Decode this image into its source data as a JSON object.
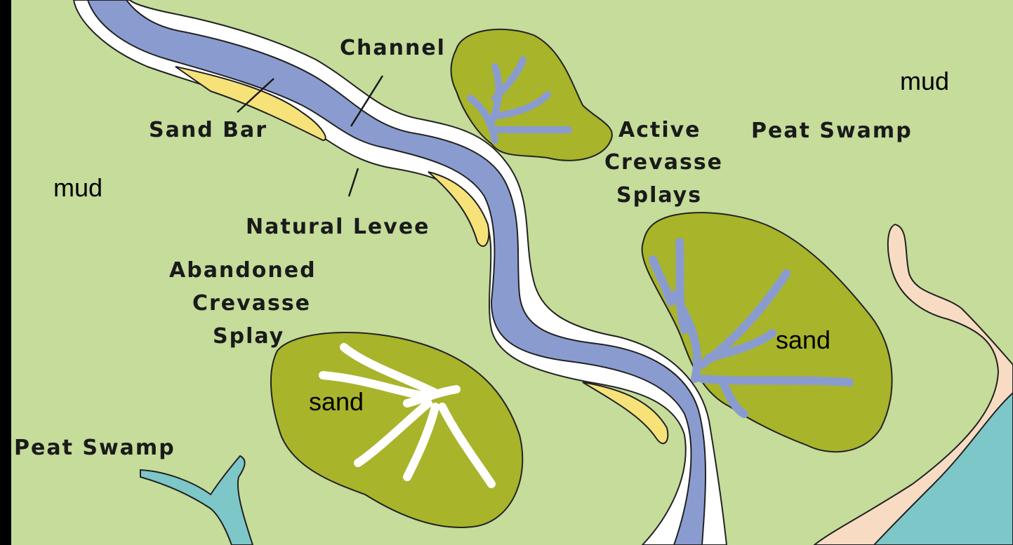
{
  "colors": {
    "background": "#c5dc9a",
    "channel": "#8a9ccf",
    "sand_bar": "#f7e27a",
    "levee": "#ffffff",
    "splay": "#a8b42a",
    "swamp_water": "#7dc7c9",
    "peach": "#f7dcc3",
    "border": "#000000"
  },
  "labels": {
    "channel": "Channel",
    "sand_bar": "Sand Bar",
    "natural_levee": "Natural Levee",
    "abandoned_splay": [
      "Abandoned",
      "Crevasse",
      "Splay"
    ],
    "active_splays": [
      "Active",
      "Crevasse",
      "Splays"
    ],
    "peat_swamp_right": "Peat Swamp",
    "peat_swamp_left": "Peat Swamp",
    "mud_left": "mud",
    "mud_right": "mud",
    "sand_left": "sand",
    "sand_right": "sand"
  }
}
